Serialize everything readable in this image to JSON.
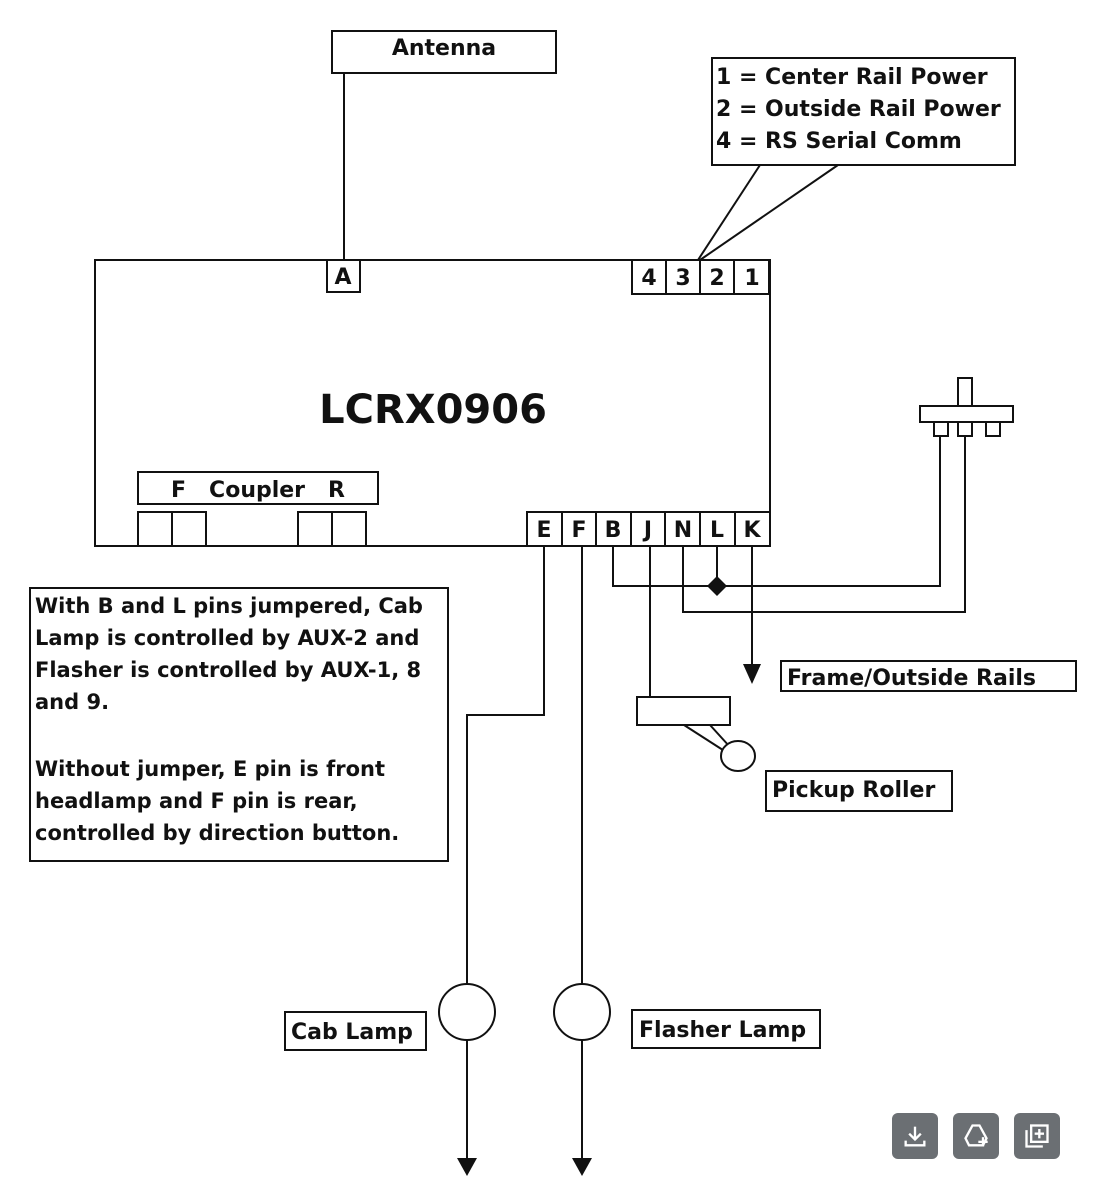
{
  "diagram": {
    "antenna_label": "Antenna",
    "legend_lines": [
      "1 = Center Rail Power",
      "2 = Outside Rail Power",
      "4 = RS Serial Comm"
    ],
    "board_title": "LCRX0906",
    "antenna_pin": "A",
    "top_pins": [
      "4",
      "3",
      "2",
      "1"
    ],
    "coupler_label": "F   Coupler   R",
    "bottom_pins": [
      "E",
      "F",
      "B",
      "J",
      "N",
      "L",
      "K"
    ],
    "note_lines": [
      "With B and L pins jumpered, Cab",
      "Lamp is controlled by AUX-2 and",
      "Flasher is controlled by AUX-1, 8",
      "and 9.",
      "",
      "Without jumper, E pin is front",
      "headlamp and F pin is rear,",
      "controlled by direction button."
    ],
    "frame_label": "Frame/Outside Rails",
    "pickup_label": "Pickup Roller",
    "cab_lamp_label": "Cab Lamp",
    "flasher_lamp_label": "Flasher Lamp"
  },
  "toolbar": {
    "icons": [
      "download-icon",
      "add-to-drive-icon",
      "add-to-collection-icon"
    ]
  }
}
